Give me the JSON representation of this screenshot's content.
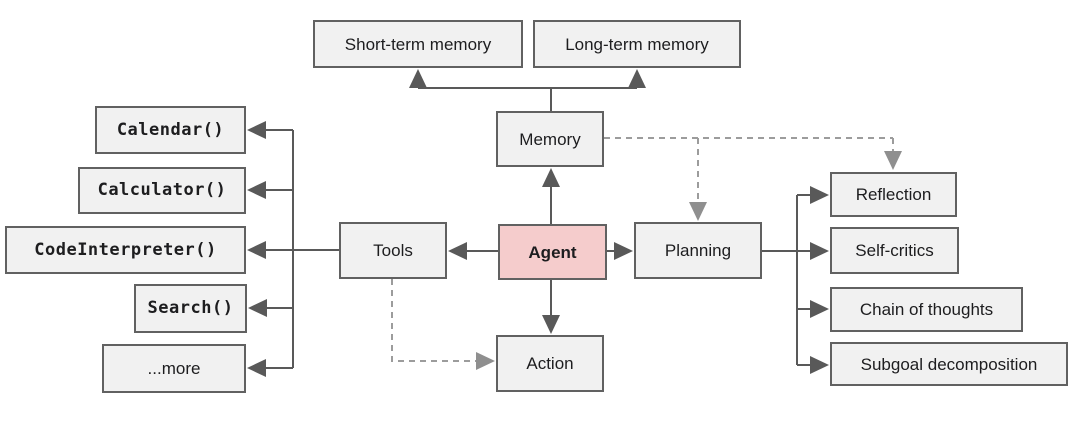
{
  "diagram": {
    "title": "LLM agent overview diagram",
    "nodes": {
      "agent": "Agent",
      "memory": "Memory",
      "tools": "Tools",
      "planning": "Planning",
      "action": "Action",
      "short_term_memory": "Short-term memory",
      "long_term_memory": "Long-term memory",
      "calendar": "Calendar()",
      "calculator": "Calculator()",
      "code_interpreter": "CodeInterpreter()",
      "search": "Search()",
      "more": "...more",
      "reflection": "Reflection",
      "self_critics": "Self-critics",
      "chain_of_thoughts": "Chain of thoughts",
      "subgoal_decomposition": "Subgoal decomposition"
    },
    "edges": [
      {
        "from": "agent",
        "to": "memory",
        "style": "solid"
      },
      {
        "from": "agent",
        "to": "tools",
        "style": "solid"
      },
      {
        "from": "agent",
        "to": "planning",
        "style": "solid"
      },
      {
        "from": "agent",
        "to": "action",
        "style": "solid"
      },
      {
        "from": "memory",
        "to": "short_term_memory",
        "style": "solid"
      },
      {
        "from": "memory",
        "to": "long_term_memory",
        "style": "solid"
      },
      {
        "from": "tools",
        "to": "calendar",
        "style": "solid"
      },
      {
        "from": "tools",
        "to": "calculator",
        "style": "solid"
      },
      {
        "from": "tools",
        "to": "code_interpreter",
        "style": "solid"
      },
      {
        "from": "tools",
        "to": "search",
        "style": "solid"
      },
      {
        "from": "tools",
        "to": "more",
        "style": "solid"
      },
      {
        "from": "planning",
        "to": "reflection",
        "style": "solid"
      },
      {
        "from": "planning",
        "to": "self_critics",
        "style": "solid"
      },
      {
        "from": "planning",
        "to": "chain_of_thoughts",
        "style": "solid"
      },
      {
        "from": "planning",
        "to": "subgoal_decomposition",
        "style": "solid"
      },
      {
        "from": "memory",
        "to": "planning",
        "style": "dashed"
      },
      {
        "from": "memory",
        "to": "reflection",
        "style": "dashed"
      },
      {
        "from": "tools",
        "to": "action",
        "style": "dashed"
      }
    ],
    "colors": {
      "box_fill": "#f1f1f1",
      "box_border": "#616161",
      "agent_fill": "#f5cccc",
      "solid_line": "#595959",
      "dashed_line": "#9c9c9c",
      "text": "#1d1d1f",
      "background": "#ffffff"
    }
  }
}
